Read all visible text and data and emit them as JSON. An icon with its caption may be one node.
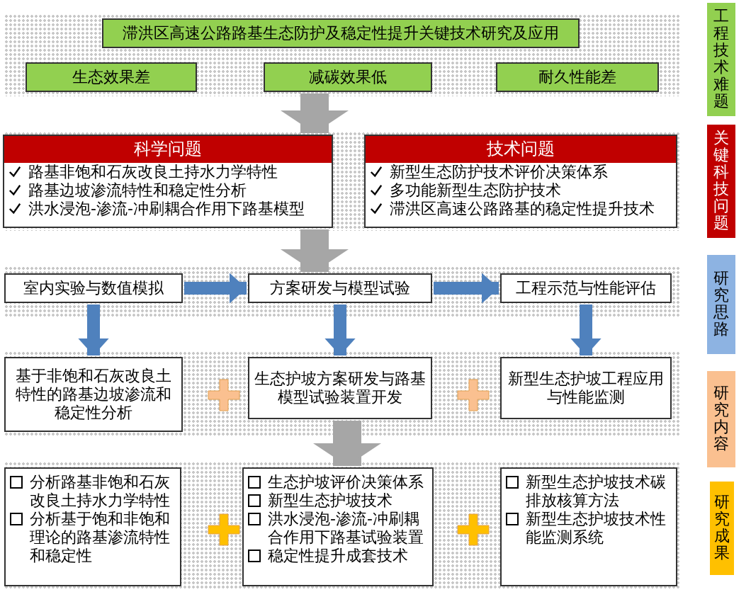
{
  "diagram": {
    "nodes": [
      {
        "text": [
          "滞洪区高速公路路基生态防护及稳定性提升关键技术研究及应用"
        ]
      },
      {
        "text": [
          "生态效果差"
        ]
      },
      {
        "text": [
          "减碳效果低"
        ]
      },
      {
        "text": [
          "耐久性能差"
        ]
      },
      {
        "text": [
          "科学问题",
          "路基非饱和石灰改良土持水力学特性",
          "路基边坡渗流特性和稳定性分析",
          "洪水浸泡-渗流-冲刷耦合作用下路基模型"
        ]
      },
      {
        "text": [
          "技术问题",
          "新型生态防护技术评价决策体系",
          "多功能新型生态防护技术",
          "滞洪区高速公路路基的稳定性提升技术"
        ]
      },
      {
        "text": [
          "室内实验与数值模拟"
        ]
      },
      {
        "text": [
          "方案研发与模型试验"
        ]
      },
      {
        "text": [
          "工程示范与性能评估"
        ]
      },
      {
        "text": [
          "基于非饱和石灰改良土特性的路基边坡渗流和稳定性分析"
        ]
      },
      {
        "text": [
          "生态护坡方案研发与路基模型试验装置开发"
        ]
      },
      {
        "text": [
          "新型生态护坡工程应用与性能监测"
        ]
      },
      {
        "text": [
          "分析路基非饱和石灰改良土持水力学特性",
          "分析基于饱和非饱和理论的路基渗流特性和稳定性"
        ]
      },
      {
        "text": [
          "生态护坡评价决策体系",
          "新型生态护坡技术",
          "洪水浸泡-渗流-冲刷耦合作用下路基试验装置",
          "稳定性提升成套技术"
        ]
      },
      {
        "text": [
          "新型生态护坡技术碳排放核算方法",
          "新型生态护坡技术性能监测系统"
        ]
      },
      {
        "text": [
          "工程技术难题"
        ]
      },
      {
        "text": [
          "关键科技问题"
        ]
      },
      {
        "text": [
          "研究思路"
        ]
      },
      {
        "text": [
          "研究内容"
        ]
      },
      {
        "text": [
          "研究成果"
        ]
      }
    ],
    "edges": [
      {
        "from": 2,
        "to": 4,
        "arrow": "to",
        "style": "thick",
        "color": "#a6a6a6"
      },
      {
        "from": 4,
        "to": 7,
        "arrow": "to",
        "style": "thick",
        "color": "#a6a6a6"
      },
      {
        "from": 10,
        "to": 13,
        "arrow": "to",
        "style": "thick",
        "color": "#a6a6a6"
      },
      {
        "from": 6,
        "to": 7,
        "arrow": "to"
      },
      {
        "from": 7,
        "to": 8,
        "arrow": "to"
      },
      {
        "from": 6,
        "to": 9,
        "arrow": "to"
      },
      {
        "from": 7,
        "to": 10,
        "arrow": "to"
      },
      {
        "from": 8,
        "to": 11,
        "arrow": "to"
      }
    ]
  }
}
